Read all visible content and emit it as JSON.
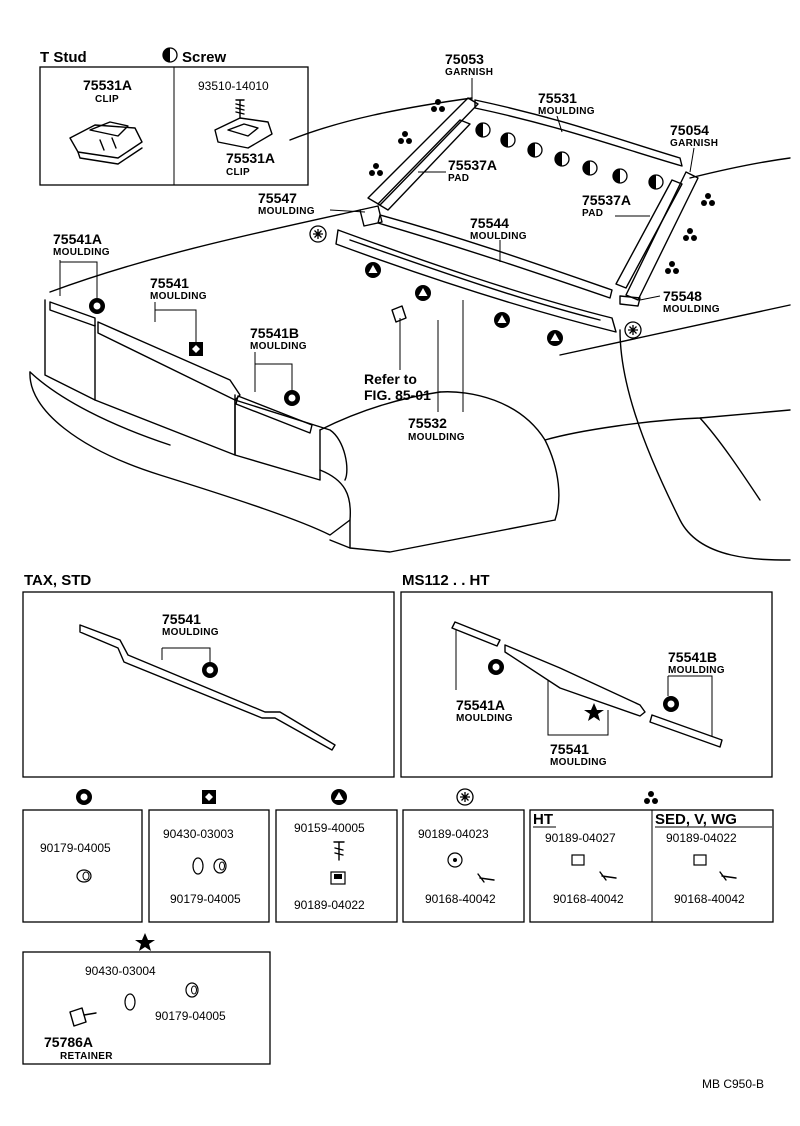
{
  "legend": {
    "t_stud": "T  Stud",
    "screw": "Screw"
  },
  "clip_box": {
    "clip_part": "75531A",
    "clip_name": "CLIP",
    "screw_part": "93510-14010",
    "screw_clip_part": "75531A",
    "screw_clip_name": "CLIP"
  },
  "callouts": [
    {
      "id": "garnish-75053",
      "part": "75053",
      "name": "GARNISH"
    },
    {
      "id": "moulding-75531",
      "part": "75531",
      "name": "MOULDING"
    },
    {
      "id": "garnish-75054",
      "part": "75054",
      "name": "GARNISH"
    },
    {
      "id": "pad-75537a-left",
      "part": "75537A",
      "name": "PAD"
    },
    {
      "id": "pad-75537a-right",
      "part": "75537A",
      "name": "PAD"
    },
    {
      "id": "moulding-75547",
      "part": "75547",
      "name": "MOULDING"
    },
    {
      "id": "moulding-75544",
      "part": "75544",
      "name": "MOULDING"
    },
    {
      "id": "moulding-75548",
      "part": "75548",
      "name": "MOULDING"
    },
    {
      "id": "moulding-75541a",
      "part": "75541A",
      "name": "MOULDING"
    },
    {
      "id": "moulding-75541",
      "part": "75541",
      "name": "MOULDING"
    },
    {
      "id": "moulding-75541b",
      "part": "75541B",
      "name": "MOULDING"
    },
    {
      "id": "moulding-75532",
      "part": "75532",
      "name": "MOULDING"
    }
  ],
  "refer": {
    "line1": "Refer to",
    "line2": "FIG. 85-01"
  },
  "tax_panel": {
    "heading": "TAX, STD",
    "part": "75541",
    "name": "MOULDING"
  },
  "ms_panel": {
    "heading": "MS112 . . HT",
    "part_b": "75541B",
    "name_b": "MOULDING",
    "part_a": "75541A",
    "name_a": "MOULDING",
    "part_c": "75541",
    "name_c": "MOULDING"
  },
  "fastener_boxes": {
    "circle": {
      "p1": "90179-04005"
    },
    "diamond": {
      "p1": "90430-03003",
      "p2": "90179-04005"
    },
    "triangle": {
      "p1": "90159-40005",
      "p2": "90189-04022"
    },
    "asterisk": {
      "p1": "90189-04023",
      "p2": "90168-40042"
    },
    "ht": {
      "label": "HT",
      "p1": "90189-04027",
      "p2": "90168-40042"
    },
    "sed": {
      "label": "SED, V, WG",
      "p1": "90189-04022",
      "p2": "90168-40042"
    },
    "star": {
      "p1": "90430-03004",
      "p2": "90179-04005",
      "p3": "75786A",
      "p3_name": "RETAINER"
    }
  },
  "footer_code": "MB  C950-B"
}
